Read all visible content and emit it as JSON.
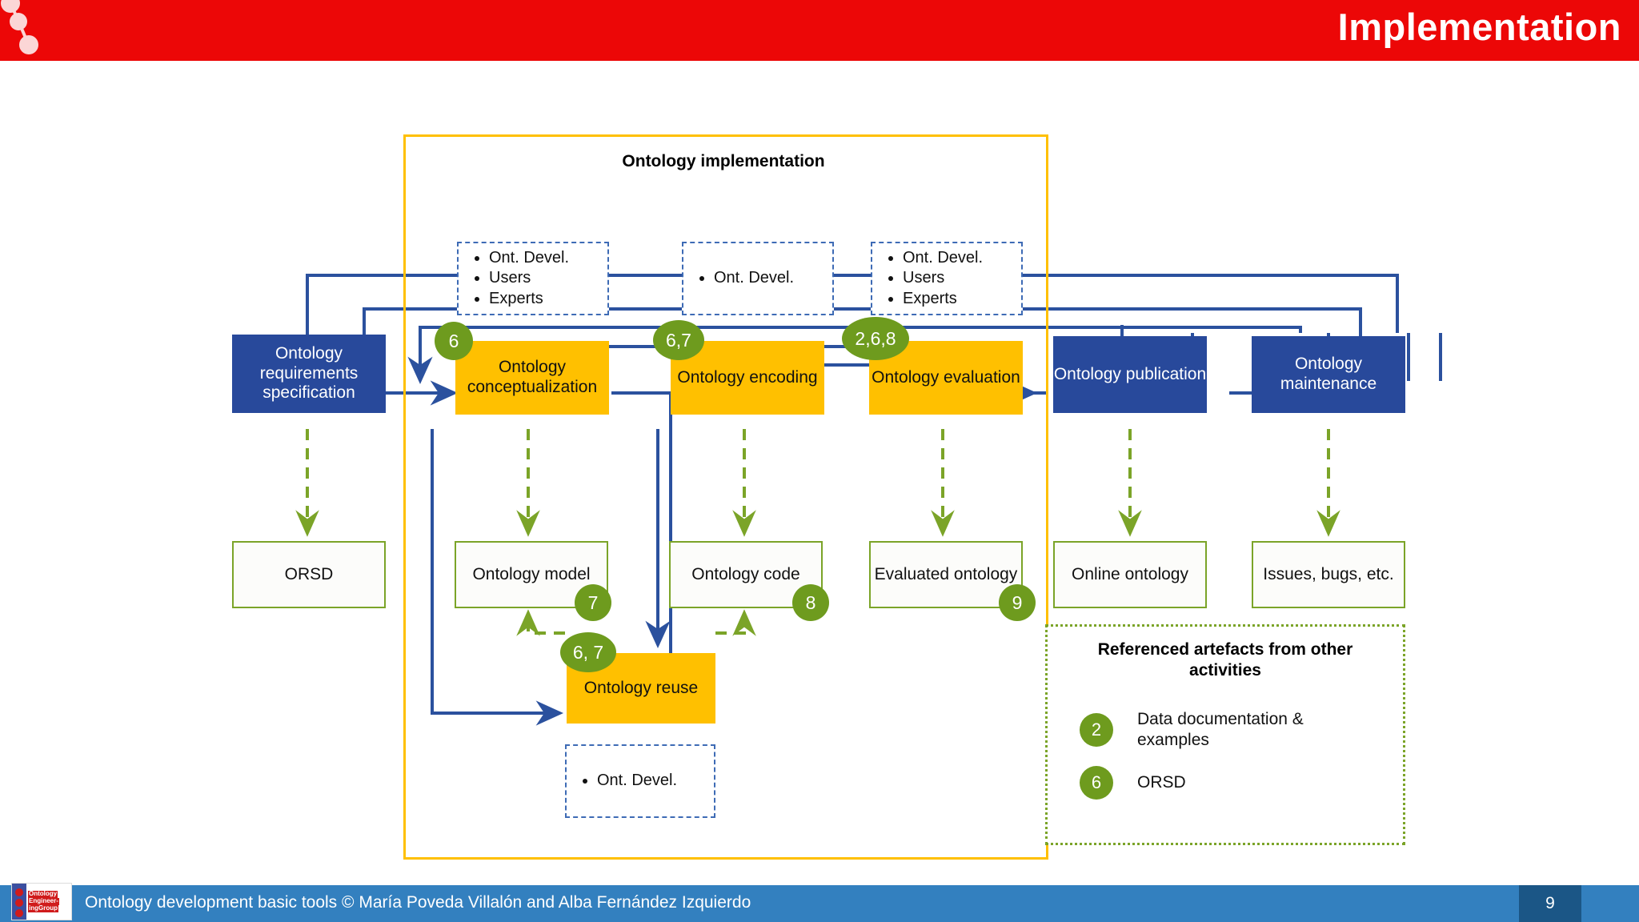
{
  "header": {
    "title": "Implementation",
    "bg_color": "#EC0707",
    "decor_icon": "node-chain-icon"
  },
  "diagram": {
    "group_frame": {
      "title": "Ontology implementation",
      "border_color": "#FFC000"
    },
    "stakeholder_boxes": [
      {
        "name": "stakeholders-conceptualization",
        "items": [
          "Ont. Devel.",
          "Users",
          "Experts"
        ]
      },
      {
        "name": "stakeholders-encoding",
        "items": [
          "Ont. Devel."
        ]
      },
      {
        "name": "stakeholders-evaluation",
        "items": [
          "Ont. Devel.",
          "Users",
          "Experts"
        ]
      },
      {
        "name": "stakeholders-reuse",
        "items": [
          "Ont. Devel."
        ]
      }
    ],
    "process_boxes": [
      {
        "id": "requirements",
        "label": "Ontology requirements specification",
        "style": "blue"
      },
      {
        "id": "conceptualization",
        "label": "Ontology conceptualization",
        "style": "amber",
        "badge": "6"
      },
      {
        "id": "encoding",
        "label": "Ontology encoding",
        "style": "amber",
        "badge": "6,7"
      },
      {
        "id": "evaluation",
        "label": "Ontology evaluation",
        "style": "amber",
        "badge": "2,6,8"
      },
      {
        "id": "publication",
        "label": "Ontology publication",
        "style": "blue"
      },
      {
        "id": "maintenance",
        "label": "Ontology maintenance",
        "style": "blue"
      },
      {
        "id": "reuse",
        "label": "Ontology reuse",
        "style": "amber",
        "badge": "6, 7"
      }
    ],
    "output_boxes": [
      {
        "id": "orsd",
        "label": "ORSD"
      },
      {
        "id": "ontology-model",
        "label": "Ontology model",
        "badge": "7"
      },
      {
        "id": "ontology-code",
        "label": "Ontology code",
        "badge": "8"
      },
      {
        "id": "evaluated-ontology",
        "label": "Evaluated ontology",
        "badge": "9"
      },
      {
        "id": "online-ontology",
        "label": "Online ontology"
      },
      {
        "id": "issues-bugs",
        "label": "Issues, bugs, etc."
      }
    ],
    "legend": {
      "title": "Referenced artefacts from other activities",
      "entries": [
        {
          "badge": "2",
          "label": "Data documentation & examples"
        },
        {
          "badge": "6",
          "label": "ORSD"
        }
      ],
      "border_color": "#7BA428"
    },
    "colors": {
      "process_blue": "#28499B",
      "process_amber": "#FFC000",
      "output_border_green": "#7BA428",
      "badge_green": "#6E9B1E",
      "arrow_blue": "#2B519E",
      "arrow_green": "#7BA428"
    }
  },
  "footer": {
    "text": "Ontology development basic tools  © María Poveda Villalón  and Alba Fernández Izquierdo",
    "page_number": "9",
    "logo": {
      "line1": "Ontology",
      "line2": "Engineer-",
      "line3": "ingGroup"
    },
    "bg_color": "#3380BF"
  }
}
